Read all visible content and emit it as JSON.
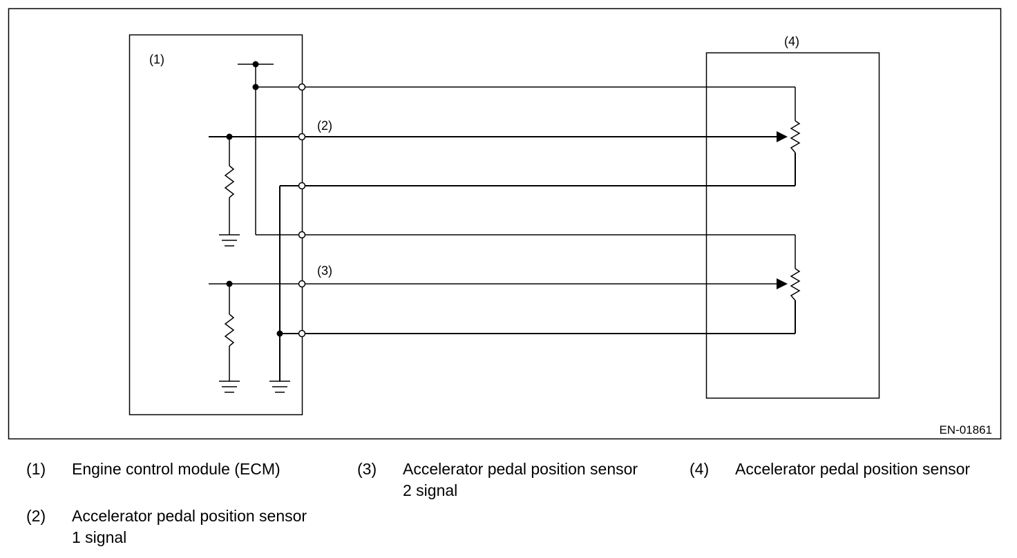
{
  "diagram": {
    "code": "EN-01861",
    "callouts": {
      "ecm": "(1)",
      "sensor_1_signal": "(2)",
      "sensor_2_signal": "(3)",
      "sensor": "(4)"
    }
  },
  "legend": [
    {
      "num": "(1)",
      "line1": "Engine control module (ECM)",
      "line2": ""
    },
    {
      "num": "(2)",
      "line1": "Accelerator pedal position sensor",
      "line2": "1 signal"
    },
    {
      "num": "(3)",
      "line1": "Accelerator pedal position sensor",
      "line2": "2 signal"
    },
    {
      "num": "(4)",
      "line1": "Accelerator pedal position sensor",
      "line2": ""
    }
  ]
}
